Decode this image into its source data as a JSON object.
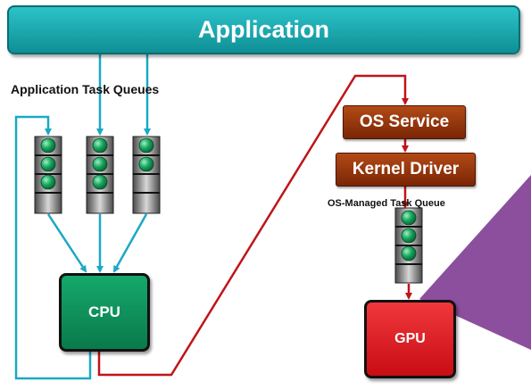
{
  "application_label": "Application",
  "app_task_queues_label": "Application Task Queues",
  "os_service_label": "OS Service",
  "kernel_driver_label": "Kernel Driver",
  "os_managed_queue_label": "OS-Managed Task Queue",
  "cpu_label": "CPU",
  "gpu_label": "GPU",
  "colors": {
    "application": "#1aa9b0",
    "os_components": "#9a3a0c",
    "cpu": "#0e8f5a",
    "gpu": "#e0191f",
    "accent_triangle": "#8b4f9e",
    "cyan_path": "#1aa9c4",
    "red_path": "#c0141a"
  }
}
